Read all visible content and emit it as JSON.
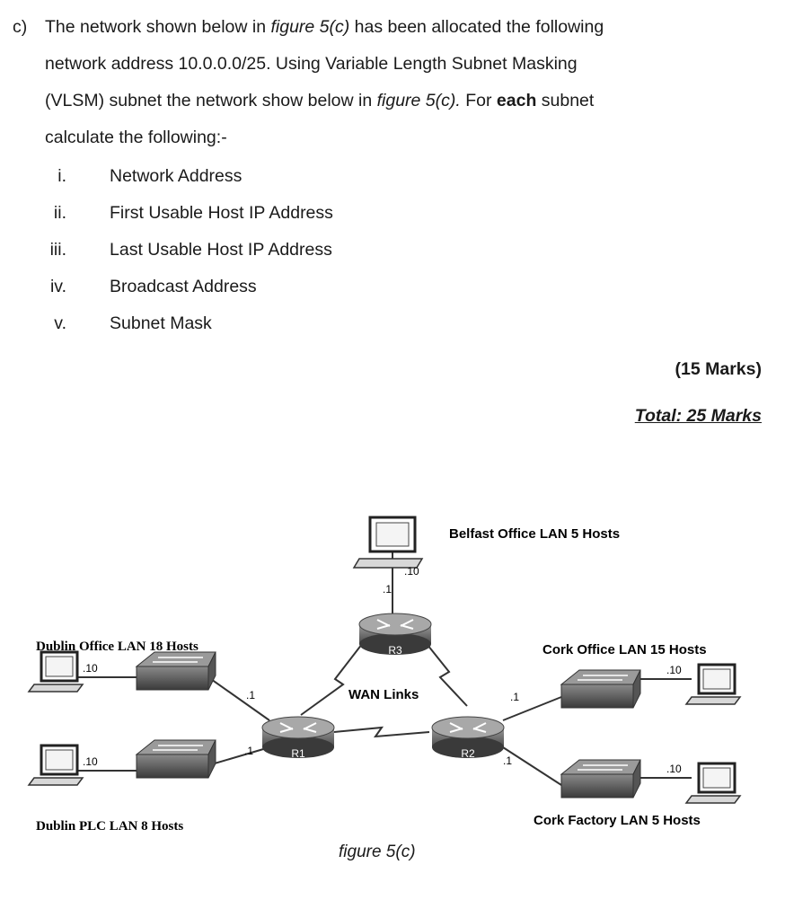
{
  "question": {
    "label": "c)",
    "line1_a": "The network shown below in ",
    "line1_fig": "figure 5(c)",
    "line1_b": " has been allocated the following",
    "line2": "network address 10.0.0.0/25. Using Variable Length Subnet Masking",
    "line3_a": "(VLSM) subnet the network show below in ",
    "line3_fig": "figure 5(c).",
    "line3_b": " For ",
    "line3_each": "each",
    "line3_c": " subnet",
    "line4": "calculate the following:-",
    "items": [
      {
        "num": "i.",
        "text": "Network Address"
      },
      {
        "num": "ii.",
        "text": "First Usable Host IP Address"
      },
      {
        "num": "iii.",
        "text": "Last Usable Host IP Address"
      },
      {
        "num": "iv.",
        "text": "Broadcast Address"
      },
      {
        "num": "v.",
        "text": "Subnet Mask"
      }
    ],
    "marks": "(15 Marks)",
    "total": "Total: 25 Marks"
  },
  "diagram": {
    "belfast_label": "Belfast Office LAN 5 Hosts",
    "dublin_office_label": "Dublin Office LAN 18 Hosts",
    "dublin_plc_label": "Dublin PLC LAN 8 Hosts",
    "cork_office_label": "Cork Office LAN 15 Hosts",
    "cork_factory_label": "Cork Factory LAN 5 Hosts",
    "wan_label": "WAN Links",
    "r1": "R1",
    "r2": "R2",
    "r3": "R3",
    "host_addr": ".10",
    "gw_addr": ".1",
    "caption": "figure 5(c)"
  }
}
